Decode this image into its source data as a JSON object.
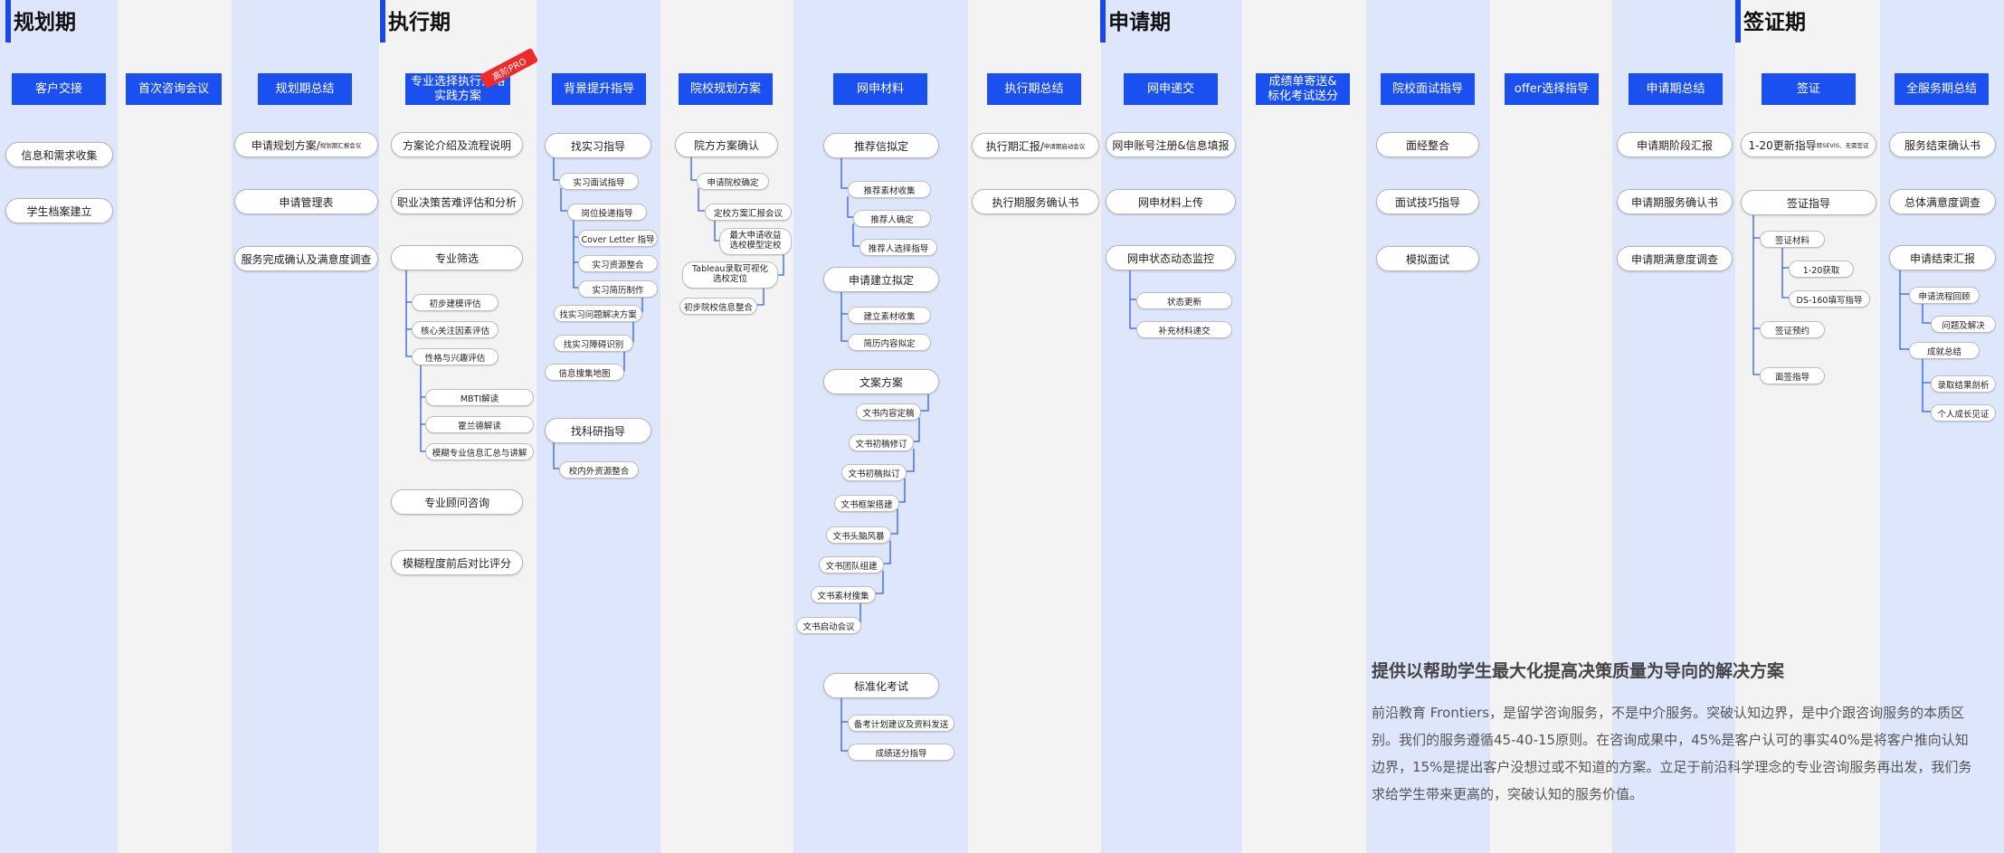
{
  "phases": {
    "planning": "规划期",
    "execution": "执行期",
    "application": "申请期",
    "visa": "签证期"
  },
  "headers": {
    "client_handover": "客户交接",
    "first_meeting": "首次咨询会议",
    "planning_summary": "规划期总结",
    "major_strategy": "专业选择执行策略\n实践方案",
    "background": "背景提升指导",
    "school_plan": "院校规划方案",
    "materials": "网申材料",
    "exec_summary": "执行期总结",
    "online_submit": "网申递交",
    "transcript": "成绩单寄送&\n标化考试送分",
    "interview": "院校面试指导",
    "offer": "offer选择指导",
    "app_summary": "申请期总结",
    "visa": "签证",
    "full_summary": "全服务期总结"
  },
  "badge": "高阶PRO",
  "col1": [
    "信息和需求收集",
    "学生档案建立"
  ],
  "col3": {
    "i1": "申请规划方案/",
    "i1s": "规划期汇报会议",
    "i2": "申请管理表",
    "i3": "服务完成确认及满意度调查"
  },
  "col4": {
    "i1": "方案论介绍及流程说明",
    "i2": "职业决策苦难评估和分析",
    "i3": "专业筛选",
    "sub": [
      "初步建模评估",
      "核心关注因素评估",
      "性格与兴趣评估"
    ],
    "sub2": [
      "MBTI解读",
      "霍兰德解读",
      "模糊专业信息汇总与讲解"
    ],
    "i4": "专业顾问咨询",
    "i5": "模糊程度前后对比评分"
  },
  "col5": {
    "i1": "找实习指导",
    "sub": [
      "实习面试指导",
      "岗位投递指导",
      "Cover Letter 指导",
      "实习资源整合",
      "实习简历制作",
      "找实习问题解决方案",
      "找实习障碍识别",
      "信息搜集地图"
    ],
    "i2": "找科研指导",
    "sub2": "校内外资源整合"
  },
  "col6": {
    "i1": "院方方案确认",
    "sub": [
      "申请院校确定",
      "定校方案汇报会议",
      "最大申请收益\n选校模型定校",
      "Tableau录取可视化\n选校定位",
      "初步院校信息整合"
    ]
  },
  "col7": {
    "i1": "推荐信拟定",
    "sub1": [
      "推荐素材收集",
      "推荐人确定",
      "推荐人选择指导"
    ],
    "i2": "申请建立拟定",
    "sub2": [
      "建立素材收集",
      "简历内容拟定"
    ],
    "i3": "文案方案",
    "sub3": [
      "文书内容定稿",
      "文书初稿修订",
      "文书初稿拟订",
      "文书框架搭建",
      "文书头脑风暴",
      "文书团队组建",
      "文书素材搜集",
      "文书启动会议"
    ],
    "i4": "标准化考试",
    "sub4": [
      "备考计划建议及资料发送",
      "成绩送分指导"
    ]
  },
  "col8": {
    "i1": "执行期汇报/",
    "i1s": "申请期启动会议",
    "i2": "执行期服务确认书"
  },
  "col9": {
    "i1": "网申账号注册&信息填报",
    "i2": "网申材料上传",
    "i3": "网申状态动态监控",
    "sub": [
      "状态更新",
      "补充材料递交"
    ]
  },
  "col11": [
    "面经整合",
    "面试技巧指导",
    "模拟面试"
  ],
  "col13": [
    "申请期阶段汇报",
    "申请期服务确认书",
    "申请期满意度调查"
  ],
  "col14": {
    "i1": "1-20更新指导",
    "i1s": "转SEVIS、无需签证",
    "i2": "签证指导",
    "sub": [
      "签证材料",
      "1-20获取",
      "DS-160填写指导",
      "签证预约",
      "面签指导"
    ]
  },
  "col15": {
    "i1": "服务结束确认书",
    "i2": "总体满意度调查",
    "i3": "申请结束汇报",
    "sub": [
      "申请流程回顾",
      "问题及解决",
      "成就总结",
      "录取结果剖析",
      "个人成长见证"
    ]
  },
  "promo": {
    "title": "提供以帮助学生最大化提高决策质量为导向的解决方案",
    "desc": "前沿教育 Frontiers，是留学咨询服务，不是中介服务。突破认知边界，是中介跟咨询服务的本质区别。我们的服务遵循45-40-15原则。在咨询成果中，45%是客户认可的事实40%是将客户推向认知边界，15%是提出客户没想过或不知道的方案。立足于前沿科学理念的专业咨询服务再出发，我们务求给学生带来更高的，突破认知的服务价值。"
  }
}
